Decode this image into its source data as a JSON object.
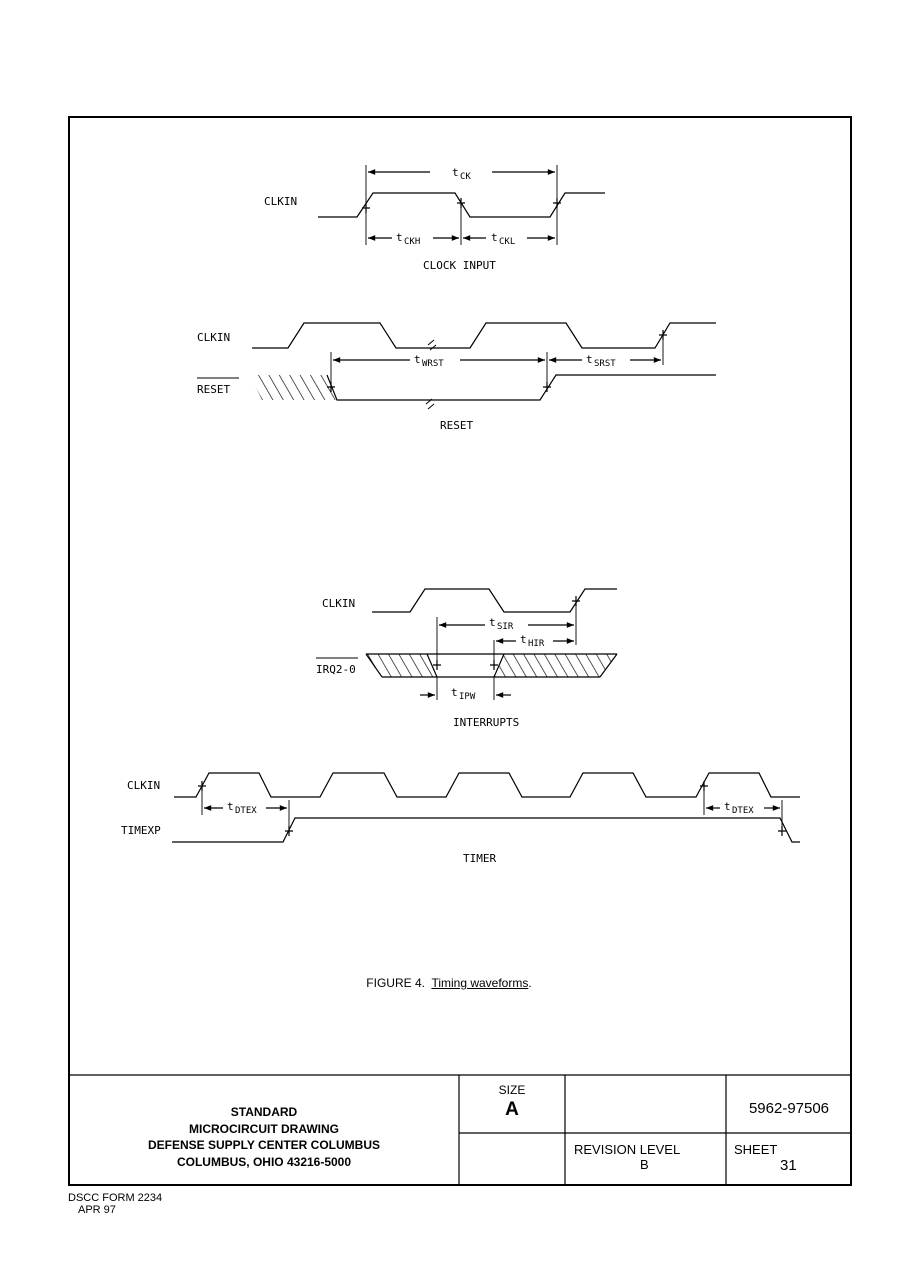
{
  "figure": {
    "number_label": "FIGURE 4.",
    "title": "Timing waveforms",
    "title_suffix": "."
  },
  "diagrams": {
    "clock_input": {
      "signal": "CLKIN",
      "caption": "CLOCK INPUT",
      "t_ck": {
        "t": "t",
        "sub": "CK"
      },
      "t_ckh": {
        "t": "t",
        "sub": "CKH"
      },
      "t_ckl": {
        "t": "t",
        "sub": "CKL"
      }
    },
    "reset": {
      "signal_clk": "CLKIN",
      "signal_reset": "RESET",
      "caption": "RESET",
      "t_wrst": {
        "t": "t",
        "sub": "WRST"
      },
      "t_srst": {
        "t": "t",
        "sub": "SRST"
      }
    },
    "interrupts": {
      "signal_clk": "CLKIN",
      "signal_irq": "IRQ2-0",
      "caption": "INTERRUPTS",
      "t_sir": {
        "t": "t",
        "sub": "SIR"
      },
      "t_hir": {
        "t": "t",
        "sub": "HIR"
      },
      "t_ipw": {
        "t": "t",
        "sub": "IPW"
      }
    },
    "timer": {
      "signal_clk": "CLKIN",
      "signal_timexp": "TIMEXP",
      "caption": "TIMER",
      "t_dtex": {
        "t": "t",
        "sub": "DTEX"
      }
    }
  },
  "title_block": {
    "org_line1": "STANDARD",
    "org_line2": "MICROCIRCUIT DRAWING",
    "org_line3": "DEFENSE SUPPLY CENTER COLUMBUS",
    "org_line4": "COLUMBUS, OHIO 43216-5000",
    "size_label": "SIZE",
    "size_value": "A",
    "drawing_number": "5962-97506",
    "revision_label": "REVISION LEVEL",
    "revision_value": "B",
    "sheet_label": "SHEET",
    "sheet_value": "31"
  },
  "footer": {
    "form": "DSCC FORM 2234",
    "date": "APR 97"
  }
}
